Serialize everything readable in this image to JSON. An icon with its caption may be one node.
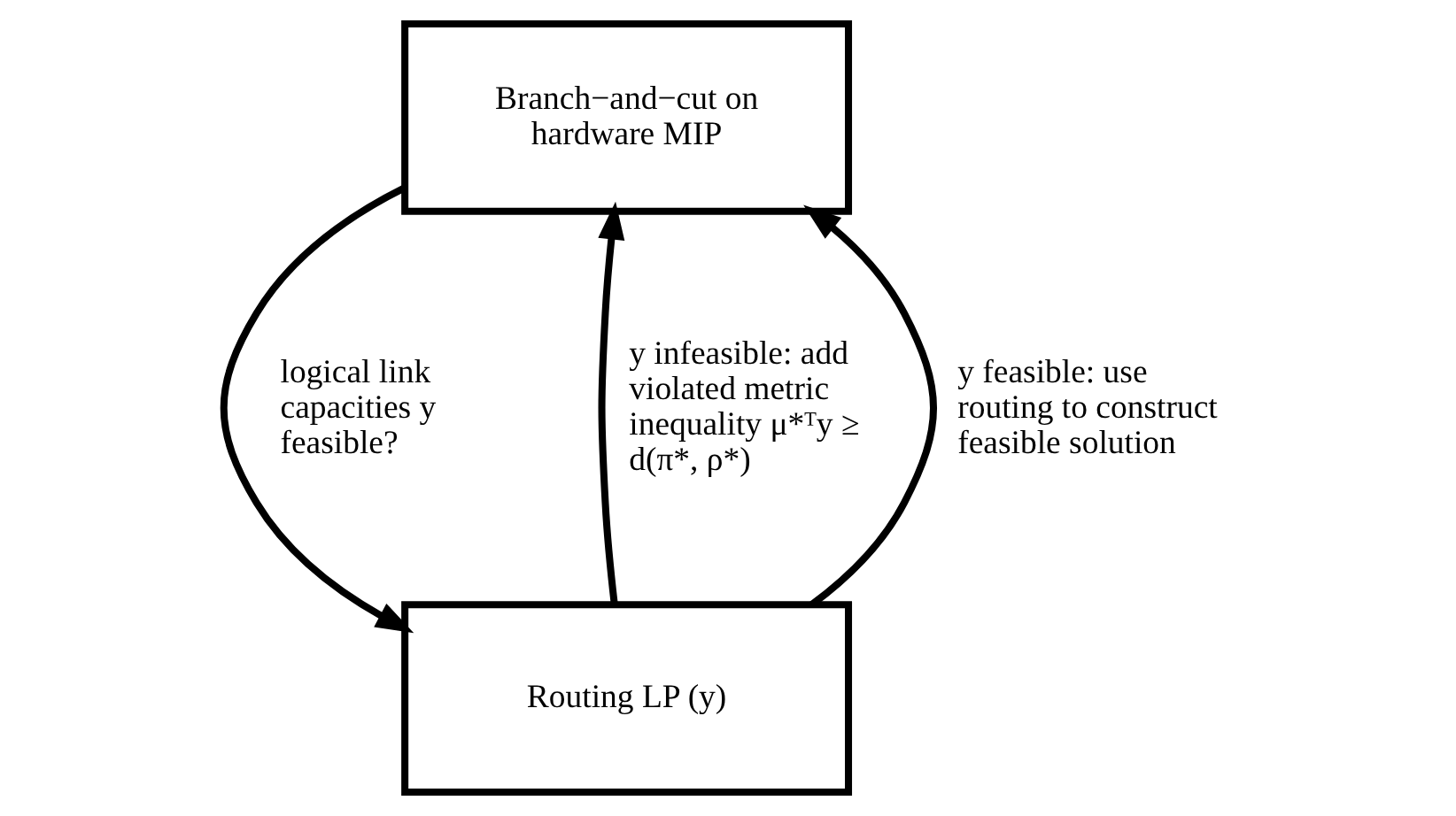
{
  "diagram": {
    "nodes": [
      {
        "text": [
          "Branch−and−cut on hardware MIP"
        ]
      },
      {
        "text": [
          "Routing LP (y)"
        ]
      }
    ],
    "edges": [
      {
        "from": 0,
        "to": 1,
        "arrow": "to",
        "label": "logical link capacities y feasible?"
      },
      {
        "from": 1,
        "to": 0,
        "arrow": "to",
        "label": "y infeasible: add violated metric inequality μ*ᵀy ≥ d(π*, ρ*)"
      },
      {
        "from": 1,
        "to": 0,
        "arrow": "to",
        "label": "y feasible: use routing to construct feasible solution"
      }
    ]
  }
}
